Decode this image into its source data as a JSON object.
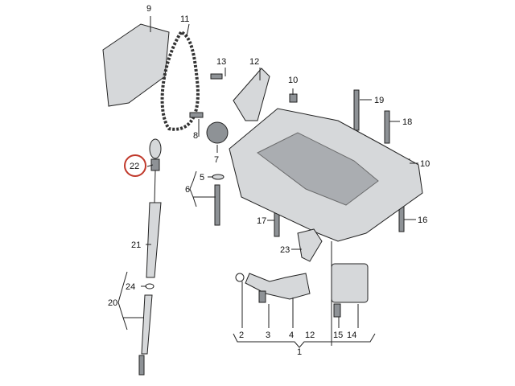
{
  "diagram": {
    "title": "Oil pump / balance shaft module exploded view",
    "highlight_color": "#c0392b",
    "highlighted_label": "22",
    "labels": {
      "l9": "9",
      "l11": "11",
      "l13": "13",
      "l12a": "12",
      "l10a": "10",
      "l19": "19",
      "l18": "18",
      "l8": "8",
      "l10b": "10",
      "l22": "22",
      "l5": "5",
      "l6": "6",
      "l7": "7",
      "l17": "17",
      "l16": "16",
      "l23": "23",
      "l21": "21",
      "l24": "24",
      "l20": "20",
      "l2": "2",
      "l3": "3",
      "l4": "4",
      "l12b": "12",
      "l15": "15",
      "l14": "14",
      "l1": "1"
    }
  }
}
